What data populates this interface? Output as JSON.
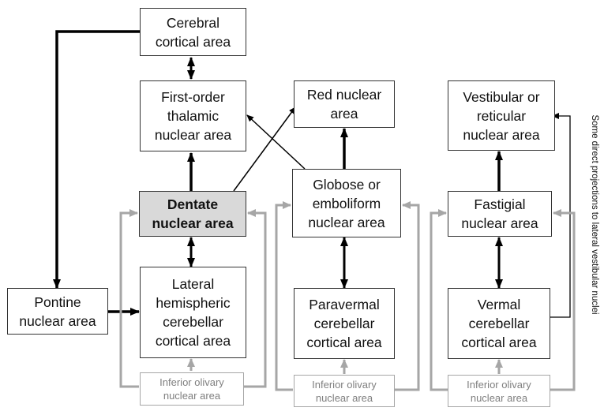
{
  "diagram": {
    "nodes": {
      "cerebral": "Cerebral\ncortical area",
      "thalamic": "First-order\nthalamic\nnuclear area",
      "red": "Red nuclear\narea",
      "vestibular": "Vestibular or\nreticular\nnuclear area",
      "dentate": "Dentate\nnuclear area",
      "globose": "Globose or\nemboliform\nnuclear area",
      "fastigial": "Fastigial\nnuclear area",
      "pontine": "Pontine\nnuclear area",
      "lateral": "Lateral\nhemispheric\ncerebellar\ncortical area",
      "paravermal": "Paravermal\ncerebellar\ncortical area",
      "vermal": "Vermal\ncerebellar\ncortical area",
      "olivary_1": "Inferior olivary\nnuclear area",
      "olivary_2": "Inferior olivary\nnuclear area",
      "olivary_3": "Inferior olivary\nnuclear area"
    },
    "side_label": "Some direct projections to lateral vestibular nuclei",
    "colors": {
      "black_arrow": "#000000",
      "gray_arrow": "#a6a6a6",
      "highlight_fill": "#d9d9d9"
    }
  }
}
